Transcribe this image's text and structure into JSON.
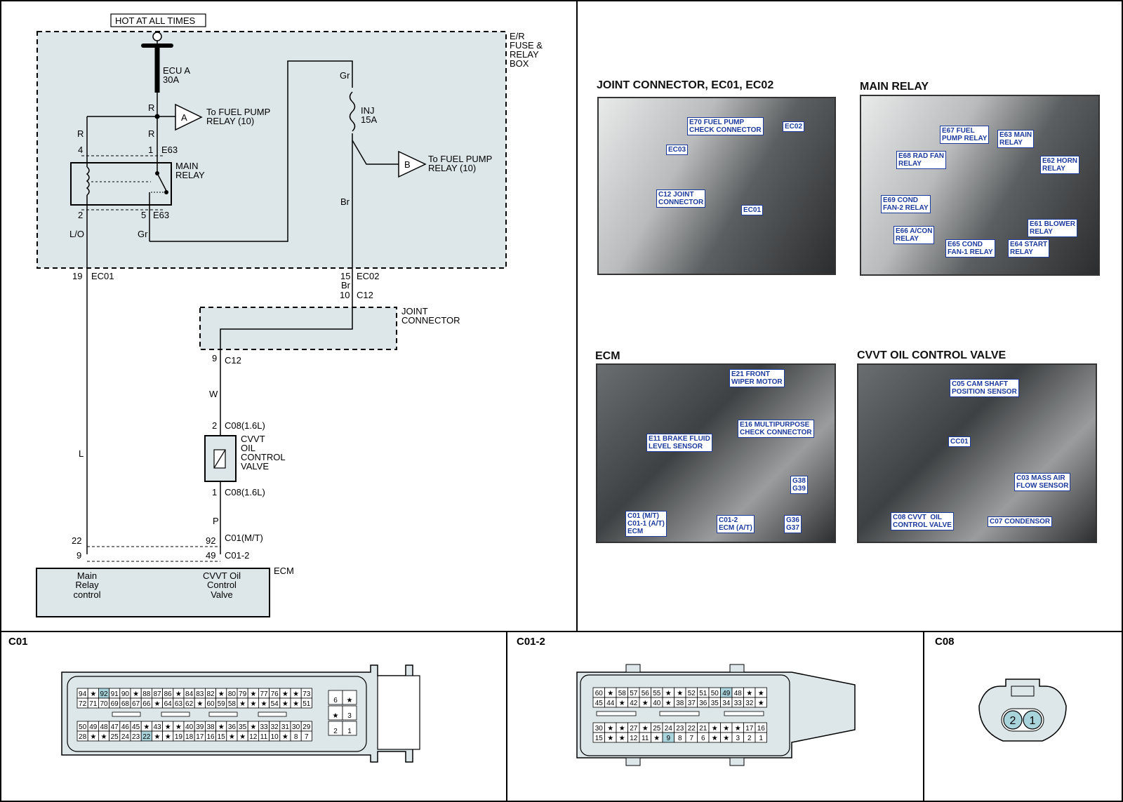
{
  "hot_label": "HOT AT ALL TIMES",
  "box_label": [
    "E/R",
    "FUSE &",
    "RELAY",
    "BOX"
  ],
  "ecu_fuse": {
    "name": "ECU A",
    "rating": "30A"
  },
  "inj_fuse": {
    "name": "INJ",
    "rating": "15A"
  },
  "to_fuel_pump_a": {
    "letter": "A",
    "lines": [
      "To FUEL PUMP",
      "RELAY (10)"
    ]
  },
  "to_fuel_pump_b": {
    "letter": "B",
    "lines": [
      "To FUEL PUMP",
      "RELAY (10)"
    ]
  },
  "main_relay": {
    "lines": [
      "MAIN",
      "RELAY"
    ],
    "conn": "E63",
    "pins": {
      "p4": "4",
      "p1": "1",
      "p2": "2",
      "p5": "5"
    }
  },
  "wires": {
    "r1": "R",
    "r2": "R",
    "r3": "R",
    "lo": "L/O",
    "gr1": "Gr",
    "gr2": "Gr",
    "br1": "Br",
    "br2": "Br",
    "w": "W",
    "l": "L",
    "p": "P"
  },
  "ec01": {
    "pin": "19",
    "name": "EC01"
  },
  "ec02": {
    "pin": "15",
    "name": "EC02"
  },
  "c12_top": {
    "pin": "10",
    "name": "C12"
  },
  "joint": {
    "lines": [
      "JOINT",
      "CONNECTOR"
    ]
  },
  "c12_bot": {
    "pin": "9",
    "name": "C12"
  },
  "c08_top": {
    "pin": "2",
    "name": "C08(1.6L)"
  },
  "c08_bot": {
    "pin": "1",
    "name": "C08(1.6L)"
  },
  "cvvt": {
    "lines": [
      "CVVT",
      "OIL",
      "CONTROL",
      "VALVE"
    ]
  },
  "ecm_pins": {
    "p22": "22",
    "p9": "9",
    "p92": "92",
    "p49": "49",
    "c01": "C01(M/T)",
    "c012": "C01-2"
  },
  "ecm": {
    "name": "ECM",
    "left": [
      "Main",
      "Relay",
      "control"
    ],
    "right": [
      "CVVT Oil",
      "Control",
      "Valve"
    ]
  },
  "photos": {
    "joint": {
      "title": "JOINT CONNECTOR, EC01, EC02",
      "tags": [
        "E70 FUEL PUMP\nCHECK CONNECTOR",
        "EC02",
        "EC03",
        "C12 JOINT\nCONNECTOR",
        "EC01"
      ]
    },
    "relay": {
      "title": "MAIN RELAY",
      "tags": [
        "E67 FUEL\nPUMP RELAY",
        "E63 MAIN\nRELAY",
        "E68 RAD FAN\nRELAY",
        "E62 HORN\nRELAY",
        "E69 COND\nFAN-2 RELAY",
        "E61 BLOWER\nRELAY",
        "E66 A/CON\nRELAY",
        "E65 COND\nFAN-1 RELAY",
        "E64 START\nRELAY"
      ]
    },
    "ecm": {
      "title": "ECM",
      "tags": [
        "E21 FRONT\nWIPER MOTOR",
        "E16 MULTIPURPOSE\nCHECK CONNECTOR",
        "E11 BRAKE FLUID\nLEVEL SENSOR",
        "G38\nG39",
        "C01 (M/T)\nC01-1 (A/T)\nECM",
        "C01-2\nECM (A/T)",
        "G36\nG37"
      ]
    },
    "cvvt": {
      "title": "CVVT OIL CONTROL VALVE",
      "tags": [
        "C05 CAM SHAFT\nPOSITION SENSOR",
        "CC01",
        "C03 MASS AIR\nFLOW SENSOR",
        "C08 CVVT  OIL\nCONTROL VALVE",
        "C07 CONDENSOR"
      ]
    }
  },
  "connectors": {
    "c01": {
      "title": "C01",
      "row1": [
        "94",
        "★",
        "92",
        "91",
        "90",
        "★",
        "88",
        "87",
        "86",
        "★",
        "84",
        "83",
        "82",
        "★",
        "80",
        "79",
        "★",
        "77",
        "76",
        "★",
        "★",
        "73"
      ],
      "row2": [
        "72",
        "71",
        "70",
        "69",
        "68",
        "67",
        "66",
        "★",
        "64",
        "63",
        "62",
        "★",
        "60",
        "59",
        "58",
        "★",
        "★",
        "★",
        "54",
        "★",
        "★",
        "51"
      ],
      "row3": [
        "50",
        "49",
        "48",
        "47",
        "46",
        "45",
        "★",
        "43",
        "★",
        "★",
        "40",
        "39",
        "38",
        "★",
        "36",
        "35",
        "★",
        "33",
        "32",
        "31",
        "30",
        "29"
      ],
      "row4": [
        "28",
        "★",
        "★",
        "25",
        "24",
        "23",
        "22",
        "★",
        "★",
        "19",
        "18",
        "17",
        "16",
        "15",
        "★",
        "★",
        "12",
        "11",
        "10",
        "★",
        "8",
        "7"
      ],
      "side": [
        [
          "6",
          "★"
        ],
        [
          "★",
          "3"
        ],
        [
          "2",
          "1"
        ]
      ],
      "highlight": [
        "92",
        "22"
      ]
    },
    "c012": {
      "title": "C01-2",
      "row1": [
        "60",
        "★",
        "58",
        "57",
        "56",
        "55",
        "★",
        "★",
        "52",
        "51",
        "50",
        "49",
        "48",
        "★",
        "★"
      ],
      "row2": [
        "45",
        "44",
        "★",
        "42",
        "★",
        "40",
        "★",
        "38",
        "37",
        "36",
        "35",
        "34",
        "33",
        "32",
        "★"
      ],
      "row3": [
        "30",
        "★",
        "★",
        "27",
        "★",
        "25",
        "24",
        "23",
        "22",
        "21",
        "★",
        "★",
        "★",
        "17",
        "16"
      ],
      "row4": [
        "15",
        "★",
        "★",
        "12",
        "11",
        "★",
        "9",
        "8",
        "7",
        "6",
        "★",
        "★",
        "3",
        "2",
        "1"
      ],
      "highlight": [
        "49",
        "9"
      ]
    },
    "c08": {
      "title": "C08",
      "pins": [
        "2",
        "1"
      ]
    }
  }
}
